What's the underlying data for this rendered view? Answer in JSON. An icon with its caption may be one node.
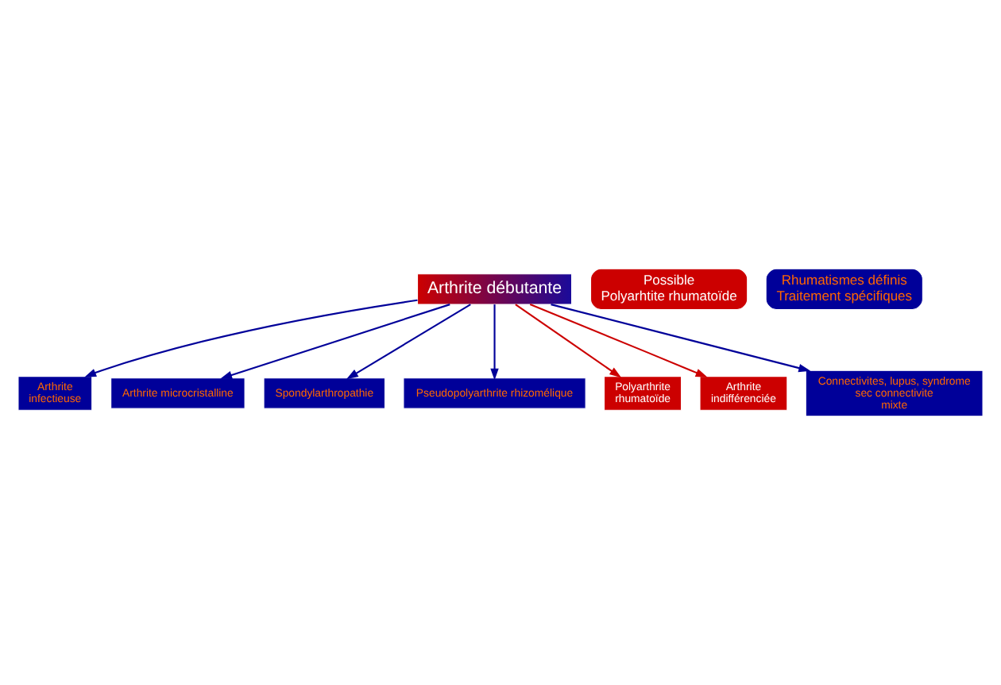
{
  "diagram": {
    "nodes": [
      {
        "text": [
          "Arthrite débutante"
        ]
      },
      {
        "text": [
          "Arthrite infectieuse"
        ]
      },
      {
        "text": [
          "Arthrite microcristalline"
        ]
      },
      {
        "text": [
          "Spondylarthropathie"
        ]
      },
      {
        "text": [
          "Pseudopolyarthrite rhizomélique"
        ]
      },
      {
        "text": [
          "Polyarthrite rhumatoïde"
        ]
      },
      {
        "text": [
          "Arthrite indifférenciée"
        ]
      },
      {
        "text": [
          "Connectivites, lupus, syndrome sec connectivite mixte"
        ]
      },
      {
        "text": [
          "Possible Polyarhtite rhumatoïde"
        ]
      },
      {
        "text": [
          "Rhumatismes définis",
          "Traitement spécifiques"
        ]
      }
    ],
    "edges": [
      {
        "from": 0,
        "to": 1,
        "arrow": "to"
      },
      {
        "from": 0,
        "to": 2,
        "arrow": "to"
      },
      {
        "from": 0,
        "to": 3,
        "arrow": "to"
      },
      {
        "from": 0,
        "to": 4,
        "arrow": "to"
      },
      {
        "from": 0,
        "to": 5,
        "arrow": "to",
        "color": "#cc0000"
      },
      {
        "from": 0,
        "to": 6,
        "arrow": "to",
        "color": "#cc0000"
      },
      {
        "from": 0,
        "to": 7,
        "arrow": "to"
      }
    ]
  }
}
